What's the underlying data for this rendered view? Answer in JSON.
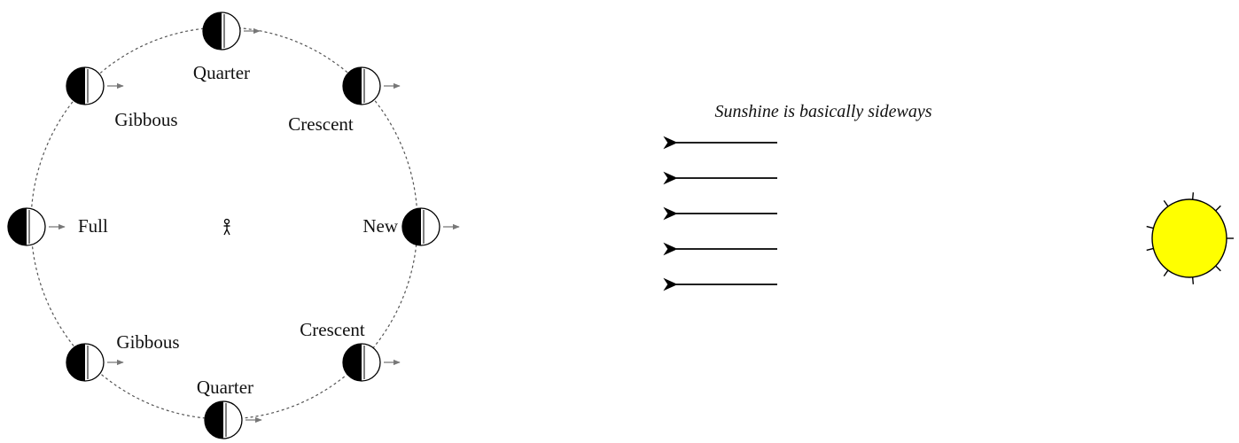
{
  "caption": "Sunshine is basically sideways",
  "phases": {
    "quarter_top": "Quarter",
    "gibbous_top": "Gibbous",
    "crescent_top": "Crescent",
    "full": "Full",
    "new": "New",
    "gibbous_bottom": "Gibbous",
    "crescent_bottom": "Crescent",
    "quarter_bottom": "Quarter"
  },
  "colors": {
    "sun_fill": "#ffff00",
    "orbit": "#555555",
    "motion_arrow": "#777777",
    "moon_dark": "#000000",
    "moon_light": "#ffffff"
  },
  "icons": {
    "observer": "stick-figure-icon",
    "sun": "sun-icon",
    "moon": "moon-half-icon"
  }
}
